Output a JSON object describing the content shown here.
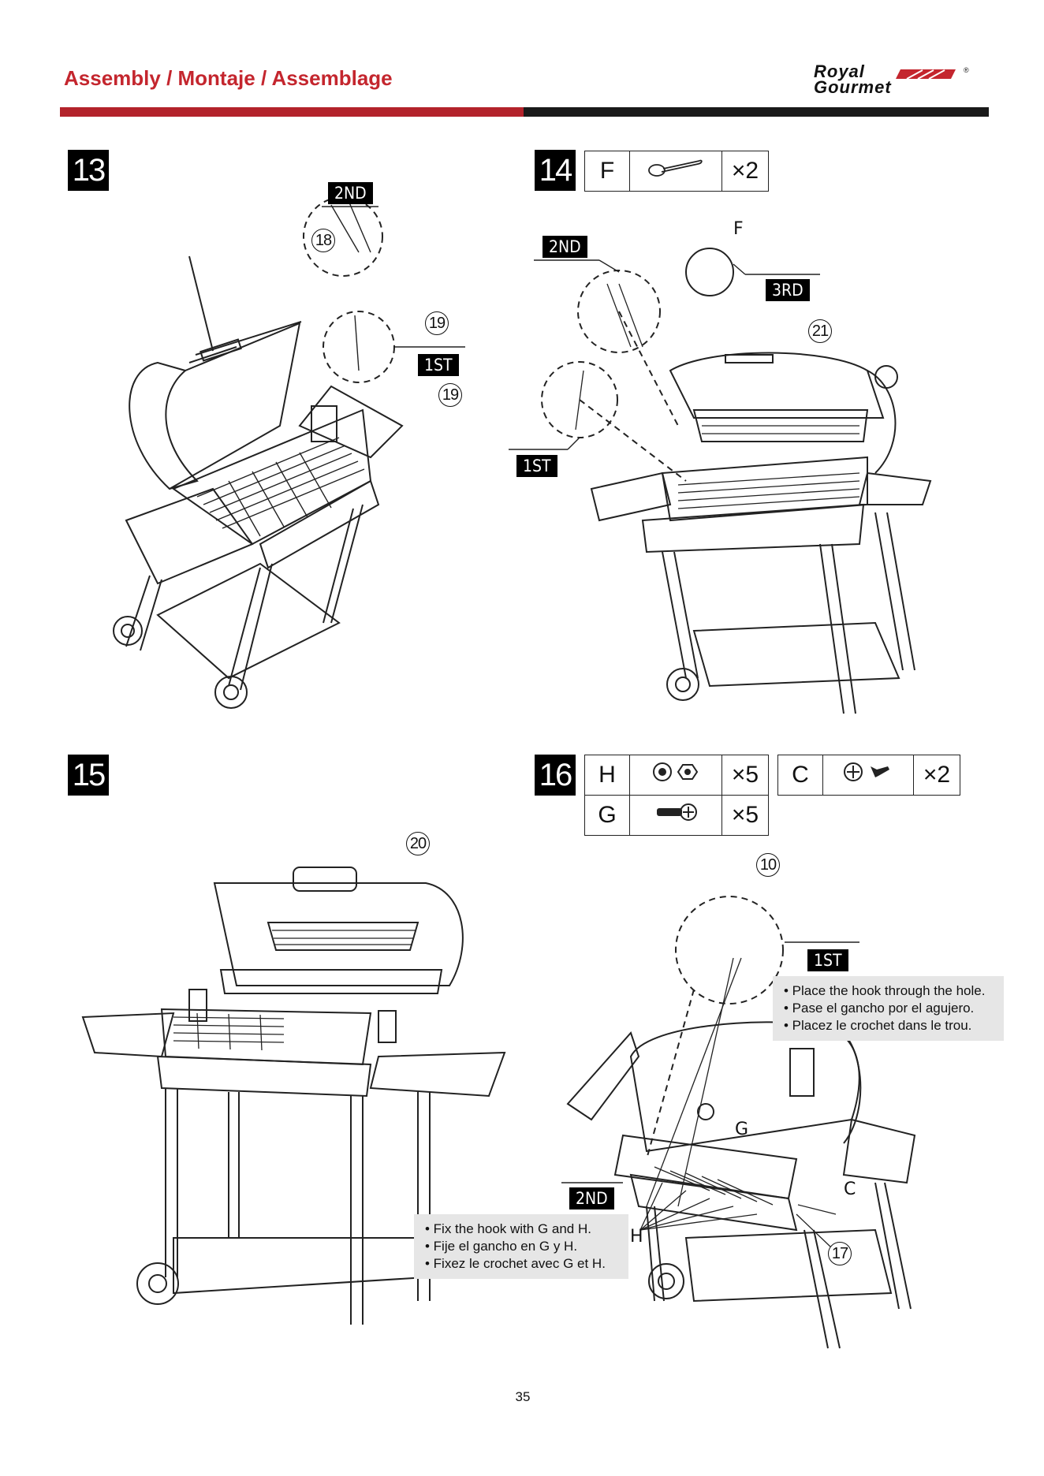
{
  "header": {
    "title": "Assembly / Montaje / Assemblage",
    "logo_line1": "Royal",
    "logo_line2": "Gourmet",
    "logo_mark": "®"
  },
  "colors": {
    "brand_red": "#c4262e",
    "bar_dark": "#1a1a1a",
    "note_bg": "#e6e6e6"
  },
  "steps": {
    "s13": {
      "number": "13",
      "tags": [
        "2ND",
        "1ST"
      ],
      "callouts": [
        "18",
        "19",
        "19"
      ]
    },
    "s14": {
      "number": "14",
      "parts": [
        {
          "letter": "F",
          "icon": "r-pin-icon",
          "qty": "×2"
        }
      ],
      "tags": [
        "2ND",
        "3RD",
        "1ST"
      ],
      "callouts": [
        "21"
      ],
      "labels": [
        "F"
      ]
    },
    "s15": {
      "number": "15",
      "callouts": [
        "20"
      ]
    },
    "s16": {
      "number": "16",
      "parts": [
        {
          "letter": "H",
          "icon": "washer-nut-icon",
          "qty": "×5"
        },
        {
          "letter": "G",
          "icon": "bolt-icon",
          "qty": "×5"
        },
        {
          "letter": "C",
          "icon": "screw-icon",
          "qty": "×2"
        }
      ],
      "tags": [
        "1ST",
        "2ND"
      ],
      "callouts": [
        "10",
        "17"
      ],
      "labels": [
        "G",
        "C",
        "H"
      ],
      "note_1st": [
        "• Place the hook through the hole.",
        "• Pase el gancho por el agujero.",
        "• Placez le crochet dans le trou."
      ],
      "note_2nd": [
        "• Fix the hook with G and H.",
        "• Fije el gancho en G y H.",
        "• Fixez le crochet avec G et H."
      ]
    }
  },
  "page_number": "35"
}
